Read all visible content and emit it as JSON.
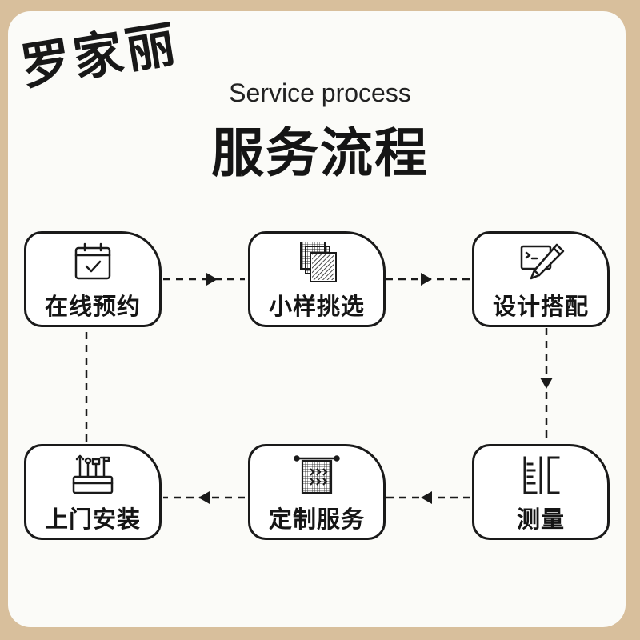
{
  "brand": "罗家丽",
  "header": {
    "subtitle": "Service process",
    "title": "服务流程"
  },
  "steps": [
    {
      "label": "在线预约",
      "icon": "calendar-check-icon"
    },
    {
      "label": "小样挑选",
      "icon": "fabric-swatch-icon"
    },
    {
      "label": "设计搭配",
      "icon": "design-pencil-icon"
    },
    {
      "label": "测量",
      "icon": "measuring-ruler-icon"
    },
    {
      "label": "定制服务",
      "icon": "curtain-icon"
    },
    {
      "label": "上门安装",
      "icon": "toolbox-icon"
    }
  ],
  "flow": [
    "在线预约",
    "小样挑选",
    "设计搭配",
    "测量",
    "定制服务",
    "上门安装"
  ],
  "colors": {
    "background": "#d8bf9c",
    "panel": "#fbfbf8",
    "ink": "#1a1a1a"
  }
}
